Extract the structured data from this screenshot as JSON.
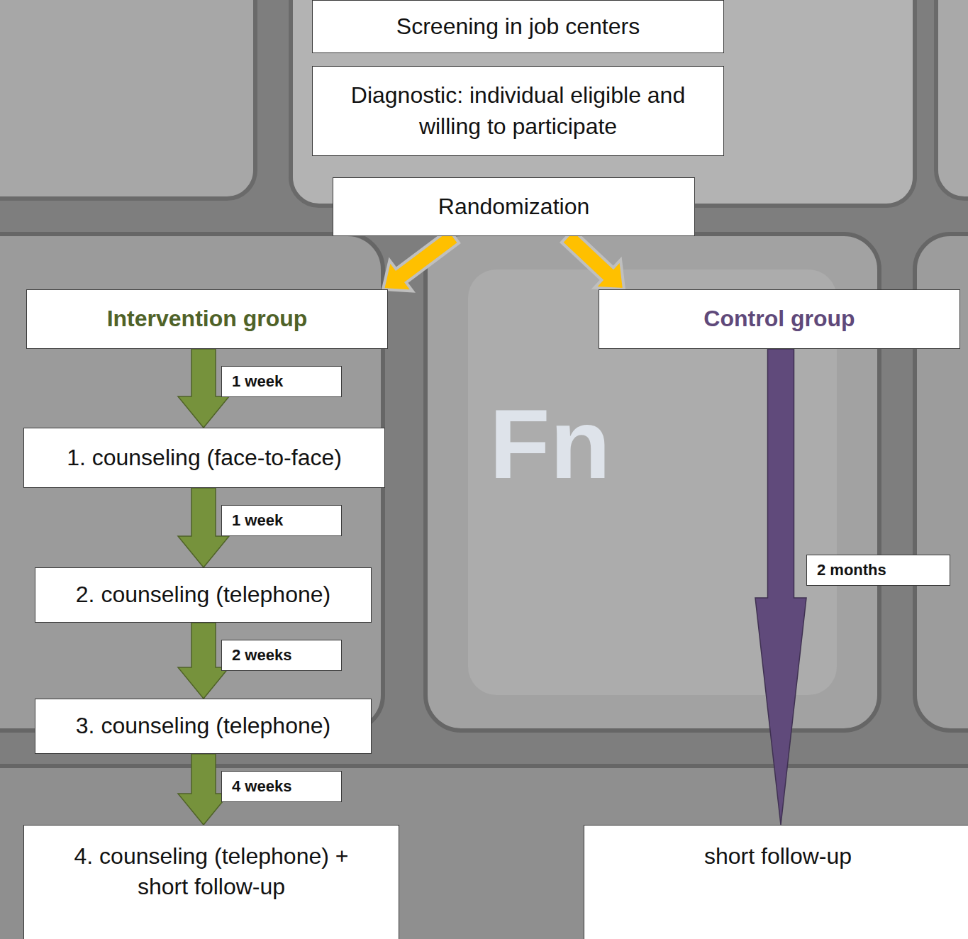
{
  "diagram": {
    "nodes": [
      {
        "text": [
          "Screening in job centers"
        ]
      },
      {
        "text": [
          "Diagnostic: individual eligible and willing to participate"
        ]
      },
      {
        "text": [
          "Randomization"
        ]
      },
      {
        "text": [
          "Intervention group"
        ]
      },
      {
        "text": [
          "Control group"
        ]
      },
      {
        "text": [
          "1. counseling (face-to-face)"
        ]
      },
      {
        "text": [
          "2. counseling (telephone)"
        ]
      },
      {
        "text": [
          "3. counseling (telephone)"
        ]
      },
      {
        "text": [
          "4. counseling (telephone) + short follow-up"
        ]
      },
      {
        "text": [
          "short follow-up"
        ]
      }
    ],
    "edges": [
      {
        "from": 2,
        "to": 3,
        "arrow": "to"
      },
      {
        "from": 2,
        "to": 4,
        "arrow": "to"
      },
      {
        "from": 3,
        "to": 5,
        "label": "1 week",
        "arrow": "to"
      },
      {
        "from": 5,
        "to": 6,
        "label": "1 week",
        "arrow": "to"
      },
      {
        "from": 6,
        "to": 7,
        "label": "2 weeks",
        "arrow": "to"
      },
      {
        "from": 7,
        "to": 8,
        "label": "4 weeks",
        "arrow": "to"
      },
      {
        "from": 4,
        "to": 9,
        "label": "2 months",
        "arrow": "to"
      }
    ],
    "labels": [
      "Fn"
    ]
  }
}
